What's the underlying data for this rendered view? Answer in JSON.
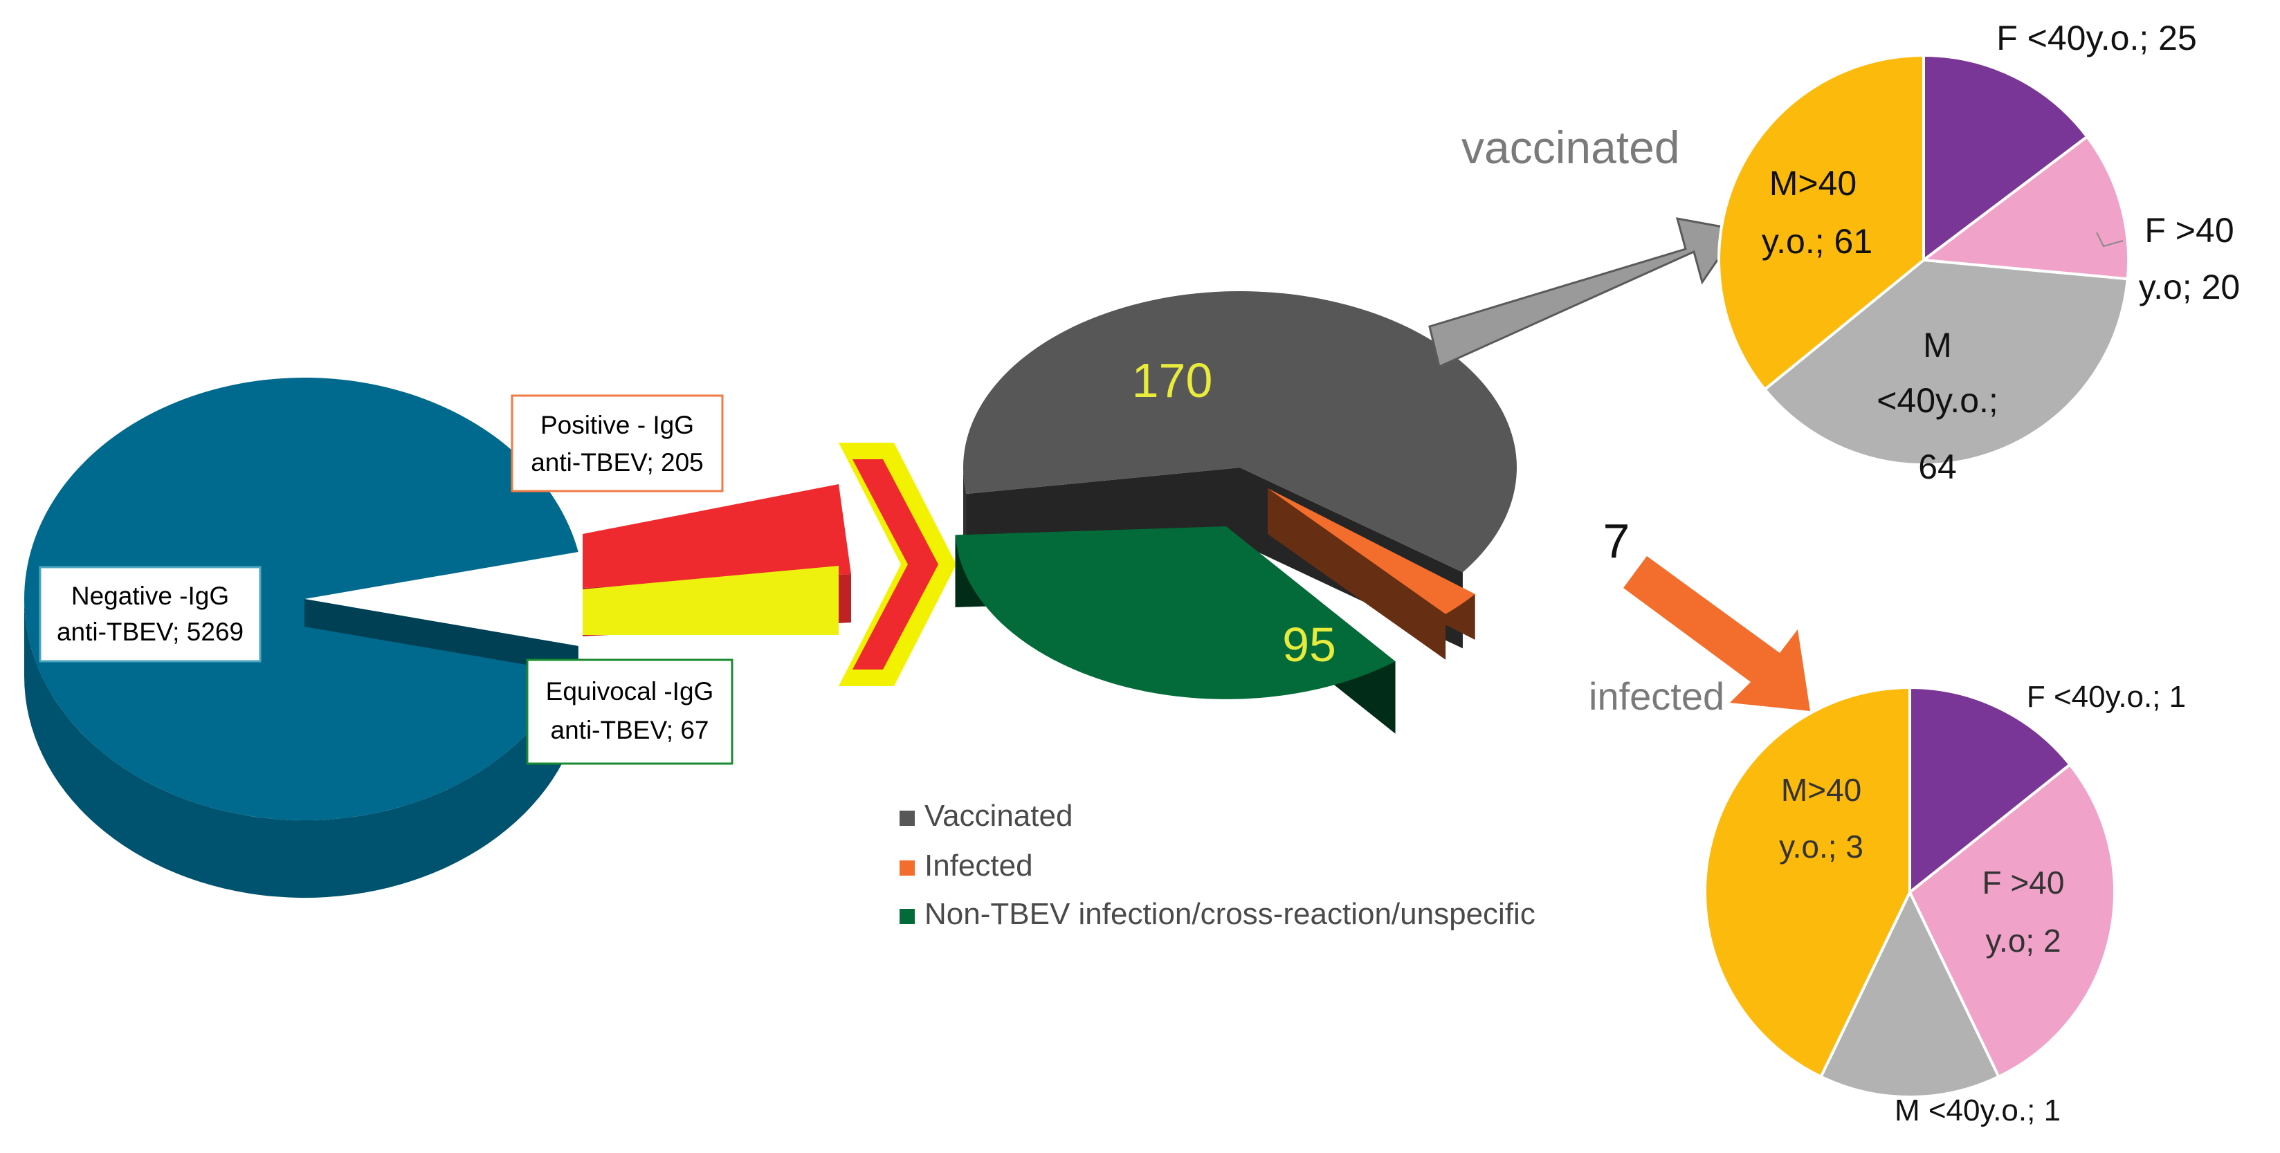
{
  "chart_data": [
    {
      "id": "screening",
      "type": "pie",
      "categories": [
        "Negative -IgG anti-TBEV",
        "Positive - IgG anti-TBEV",
        "Equivocal -IgG anti-TBEV"
      ],
      "values": [
        5269,
        205,
        67
      ],
      "colors": [
        "#006a8e",
        "#ee2a2e",
        "#eef00e"
      ],
      "label_lines": [
        [
          "Negative -IgG",
          "anti-TBEV; 5269"
        ],
        [
          "Positive - IgG",
          "anti-TBEV; 205"
        ],
        [
          "Equivocal -IgG",
          "anti-TBEV; 67"
        ]
      ],
      "label_colors": [
        "#0c86a6",
        "#f07a44",
        "#1a8a30"
      ]
    },
    {
      "id": "classification",
      "type": "pie",
      "categories": [
        "Vaccinated",
        "Infected",
        "Non-TBEV infection/cross-reaction/unspecific"
      ],
      "values": [
        170,
        7,
        95
      ],
      "data_labels": [
        "170",
        "7",
        "95"
      ],
      "colors": [
        "#575757",
        "#f36e2c",
        "#036b39"
      ],
      "legend": {
        "position": "bottom",
        "entries": [
          "Vaccinated",
          "Infected",
          "Non-TBEV infection/cross-reaction/unspecific"
        ]
      }
    },
    {
      "id": "vaccinated",
      "type": "pie",
      "categories": [
        "F <40y.o.",
        "F >40 y.o",
        "M <40y.o.",
        "M>40 y.o."
      ],
      "values": [
        25,
        20,
        64,
        61
      ],
      "colors": [
        "#7a3696",
        "#f0a2c8",
        "#b2b2b2",
        "#fcba0c"
      ],
      "label_lines": [
        [
          "F <40y.o.; 25"
        ],
        [
          "F >40",
          "y.o; 20"
        ],
        [
          "M",
          "<40y.o.;",
          "64"
        ],
        [
          "M>40",
          "y.o.; 61"
        ]
      ]
    },
    {
      "id": "infected",
      "type": "pie",
      "categories": [
        "F <40y.o.",
        "F >40 y.o",
        "M <40y.o.",
        "M>40 y.o."
      ],
      "values": [
        1,
        2,
        1,
        3
      ],
      "colors": [
        "#7a3696",
        "#f0a2c8",
        "#b2b2b2",
        "#fcba0c"
      ],
      "label_lines": [
        [
          "F <40y.o.; 1"
        ],
        [
          "F >40",
          "y.o; 2"
        ],
        [
          "M <40y.o.; 1"
        ],
        [
          "M>40",
          "y.o.; 3"
        ]
      ]
    }
  ],
  "annotations": {
    "vaccinated": "vaccinated",
    "infected": "infected"
  },
  "colors": {
    "arrow_grey": "#9a9a9a",
    "arrow_orange": "#f36e2c",
    "chevron_red": "#ee2a2e",
    "chevron_yellow": "#f2f200",
    "annotation_text": "#7a7a7a",
    "data_label_yellow": "#e8ea3c"
  }
}
